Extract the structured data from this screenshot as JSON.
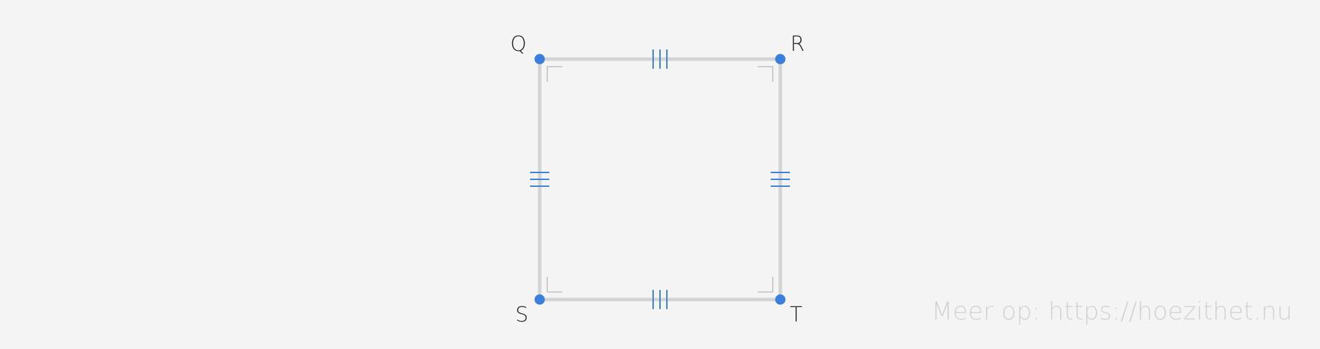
{
  "figure": {
    "vertices": [
      {
        "id": "Q",
        "label": "Q"
      },
      {
        "id": "R",
        "label": "R"
      },
      {
        "id": "S",
        "label": "S"
      },
      {
        "id": "T",
        "label": "T"
      }
    ],
    "edges": [
      {
        "from": "Q",
        "to": "R",
        "ticks": 3
      },
      {
        "from": "S",
        "to": "T",
        "ticks": 3
      },
      {
        "from": "Q",
        "to": "S",
        "ticks": 3
      },
      {
        "from": "R",
        "to": "T",
        "ticks": 3
      }
    ],
    "right_angles": [
      "Q",
      "R",
      "S",
      "T"
    ]
  },
  "watermark": {
    "text": "Meer op: https://hoezithet.nu"
  },
  "colors": {
    "background": "#f4f4f4",
    "side": "#d3d3d3",
    "vertex": "#3a7fdc",
    "tick": "#3a7fdc",
    "right_angle": "#cccccc",
    "label": "#222222",
    "watermark": "#d2d2d2"
  }
}
